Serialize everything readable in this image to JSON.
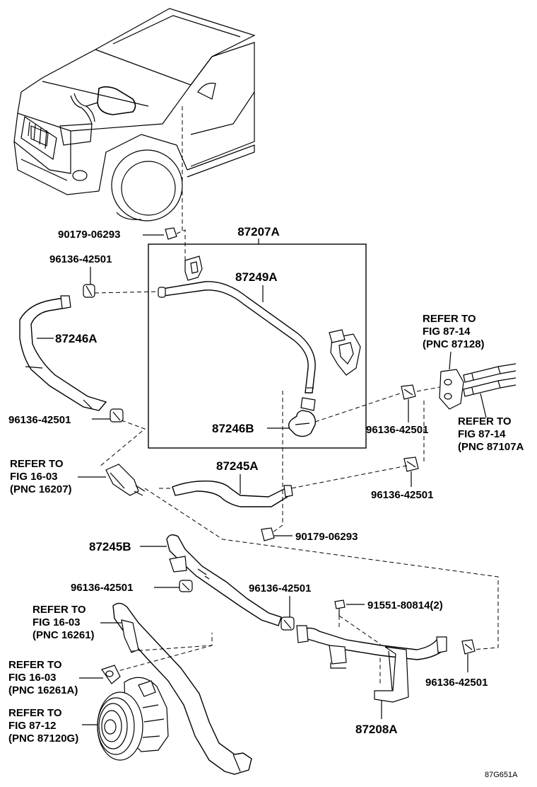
{
  "diagram": {
    "figure_code": "87G651A",
    "group_label": "87207A",
    "labels": {
      "clip_top": "90179-06293",
      "clamp_top_left": "96136-42501",
      "hose_249a": "87249A",
      "hose_246a": "87246A",
      "clamp_left_mid": "96136-42501",
      "hose_246b": "87246B",
      "clamp_right_upper": "96136-42501",
      "clamp_right_lower": "96136-42501",
      "hose_245a": "87245A",
      "clip_bottom": "90179-06293",
      "hose_245b": "87245B",
      "clamp_lower_left": "96136-42501",
      "clamp_lower_center": "96136-42501",
      "bolt": "91551-80814(2)",
      "clamp_lower_right": "96136-42501",
      "pipe_208a": "87208A"
    },
    "refers": {
      "r1": [
        "REFER TO",
        "FIG 87-14",
        "(PNC 87128)"
      ],
      "r2": [
        "REFER TO",
        "FIG 87-14",
        "(PNC 87107A"
      ],
      "r3": [
        "REFER TO",
        "FIG 16-03",
        "(PNC 16207)"
      ],
      "r4": [
        "REFER TO",
        "FIG 16-03",
        "(PNC 16261)"
      ],
      "r5": [
        "REFER TO",
        "FIG 16-03",
        "(PNC 16261A)"
      ],
      "r6": [
        "REFER TO",
        "FIG 87-12",
        "(PNC 87120G)"
      ]
    }
  }
}
